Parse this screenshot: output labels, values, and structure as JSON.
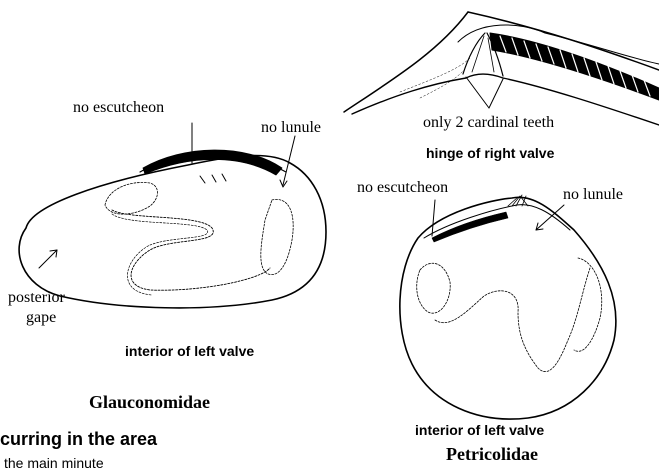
{
  "hinge": {
    "teeth_label": "only 2 cardinal teeth",
    "caption": "hinge of right valve"
  },
  "glauconomidae": {
    "escutcheon_label": "no escutcheon",
    "lunule_label": "no lunule",
    "gape_label_line1": "posterior",
    "gape_label_line2": "gape",
    "caption": "interior of left valve",
    "family": "Glauconomidae"
  },
  "petricolidae": {
    "escutcheon_label": "no escutcheon",
    "lunule_label": "no lunule",
    "caption": "interior of left valve",
    "family": "Petricolidae"
  },
  "footer": {
    "heading_fragment": "curring in the area",
    "trailing_text": "the main minute"
  }
}
